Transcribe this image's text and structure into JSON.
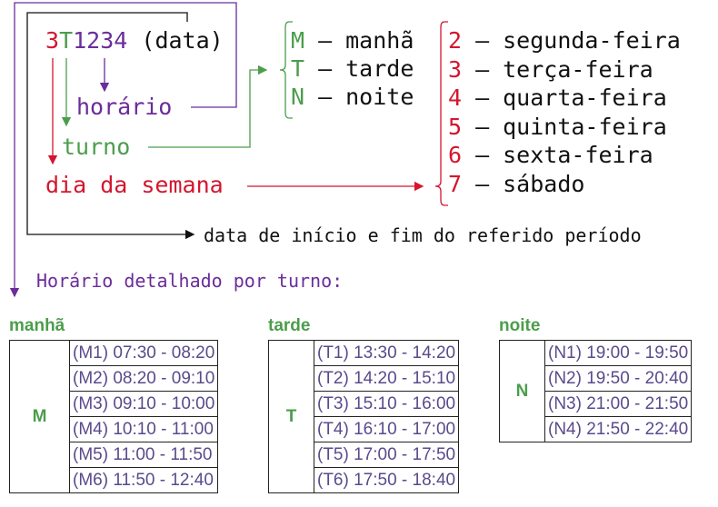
{
  "code": {
    "day": "3",
    "shift": "T",
    "slots": "1234",
    "suffix": " (data)"
  },
  "labels": {
    "horario": "horário",
    "turno": "turno",
    "dia": "dia da semana",
    "periodo": "data de início e fim do referido período",
    "detalhe": "Horário detalhado por turno:"
  },
  "turnos": [
    {
      "k": "M",
      "v": "manhã"
    },
    {
      "k": "T",
      "v": "tarde"
    },
    {
      "k": "N",
      "v": "noite"
    }
  ],
  "dias": [
    {
      "k": "2",
      "v": "segunda-feira"
    },
    {
      "k": "3",
      "v": "terça-feira"
    },
    {
      "k": "4",
      "v": "quarta-feira"
    },
    {
      "k": "5",
      "v": "quinta-feira"
    },
    {
      "k": "6",
      "v": "sexta-feira"
    },
    {
      "k": "7",
      "v": "sábado"
    }
  ],
  "dash": "–",
  "tables": [
    {
      "title": "manhã",
      "key": "M",
      "rows": [
        "(M1) 07:30 - 08:20",
        "(M2) 08:20 - 09:10",
        "(M3) 09:10 - 10:00",
        "(M4) 10:10 - 11:00",
        "(M5) 11:00 - 11:50",
        "(M6) 11:50 - 12:40"
      ]
    },
    {
      "title": "tarde",
      "key": "T",
      "rows": [
        "(T1) 13:30 - 14:20",
        "(T2) 14:20 - 15:10",
        "(T3) 15:10 - 16:00",
        "(T4) 16:10 - 17:00",
        "(T5) 17:00 - 17:50",
        "(T6) 17:50 - 18:40"
      ]
    },
    {
      "title": "noite",
      "key": "N",
      "rows": [
        "(N1) 19:00 - 19:50",
        "(N2) 19:50 - 20:40",
        "(N3) 21:00 - 21:50",
        "(N4) 21:50 - 22:40"
      ]
    }
  ],
  "colors": {
    "red": "#d4162e",
    "green": "#4c9d4c",
    "purple": "#6a2d9a"
  }
}
